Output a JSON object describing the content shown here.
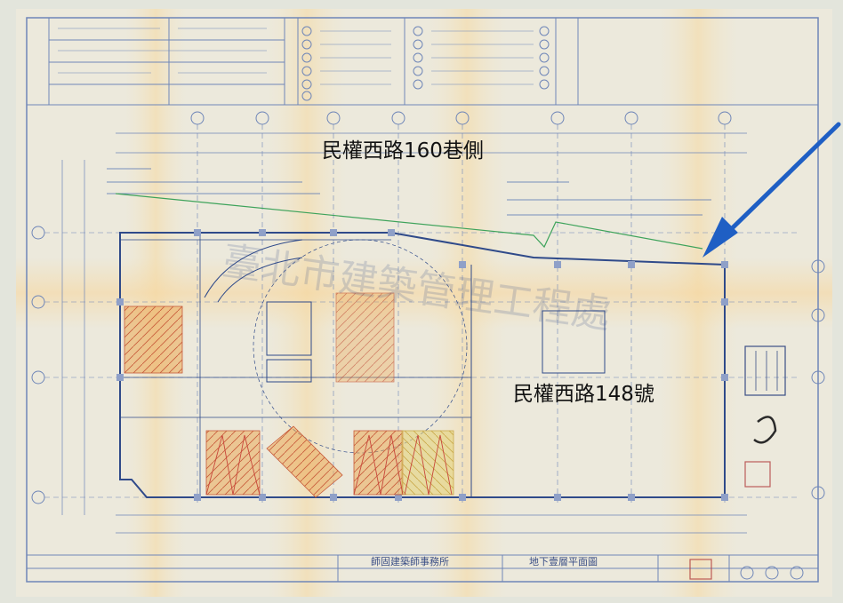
{
  "annotations": {
    "street_label": "民權西路160巷側",
    "building_label": "民權西路148號"
  },
  "title_block": {
    "office_name": "師固建築師事務所",
    "drawing_title": "地下壹層平面圖"
  },
  "colors": {
    "paper": "#ece9dc",
    "line": "#6f86b8",
    "arrow": "#1f5fc4",
    "hatch_orange": "#e8a94f",
    "hatch_yellow": "#e2d27a",
    "hatch_red": "#c8473b",
    "green_line": "#3ea35b",
    "stamp_red": "#b03a3a"
  },
  "icons": {
    "arrow": "arrow-pointer-icon",
    "stamp": "approval-stamp-icon",
    "seal": "red-seal-icon"
  }
}
